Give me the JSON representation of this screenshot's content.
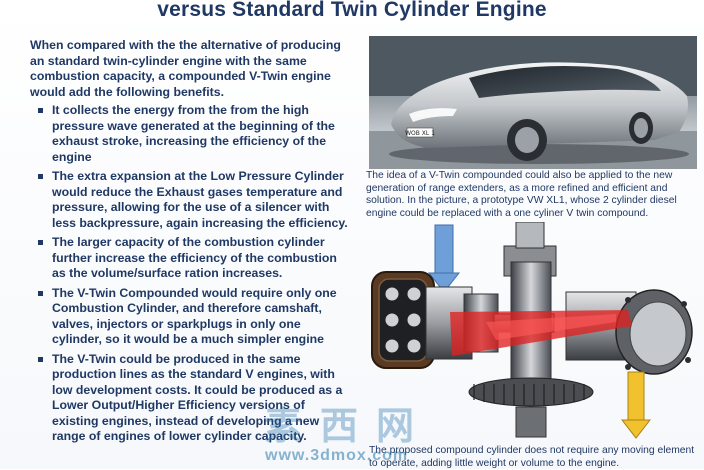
{
  "slide": {
    "title": "versus Standard Twin Cylinder Engine",
    "intro": "When compared with the the alternative of producing an standard twin-cylinder engine with the same combustion capacity, a compounded V-Twin engine would add the following benefits.",
    "bullets": [
      "It collects the energy from the from the high pressure wave generated at the beginning of the exhaust stroke, increasing the efficiency of the engine",
      "The extra expansion at the Low Pressure Cylinder would reduce the Exhaust gases temperature and pressure, allowing for  the use of a silencer with less backpressure, again increasing the efficiency.",
      "The larger capacity of the combustion cylinder further increase the efficiency of the combustion as the volume/surface ration increases.",
      "The V-Twin Compounded would require only one Combustion Cylinder, and therefore camshaft, valves, injectors or sparkplugs in only one cylinder, so it would be a much simpler engine",
      "The V-Twin could be produced in the same production lines as the standard V engines, with low development costs.  It could be produced as a Lower Output/Higher Efficiency versions of existing engines, instead of developing a new range of engines of lower cylinder capacity."
    ],
    "photo_caption": "The idea of a V-Twin compounded could also be applied to the new generation of range extenders, as a more refined and efficient and solution. In the picture, a prototype VW XL1, whose 2 cylinder  diesel engine  could be replaced with a one cyliner V twin compound.",
    "car_plate": "WOB XL 1",
    "bottom_caption": "The proposed compound cylinder does not require any moving element to operate, adding little weight or volume to the engine."
  },
  "watermark": {
    "logo_text": "素西网",
    "url": "www.3dmox.com"
  },
  "colors": {
    "text": "#1f3864",
    "intake_arrow": "#6f9fd8",
    "exhaust_arrow": "#f2c12e",
    "exhaust_flow": "#e02020"
  }
}
